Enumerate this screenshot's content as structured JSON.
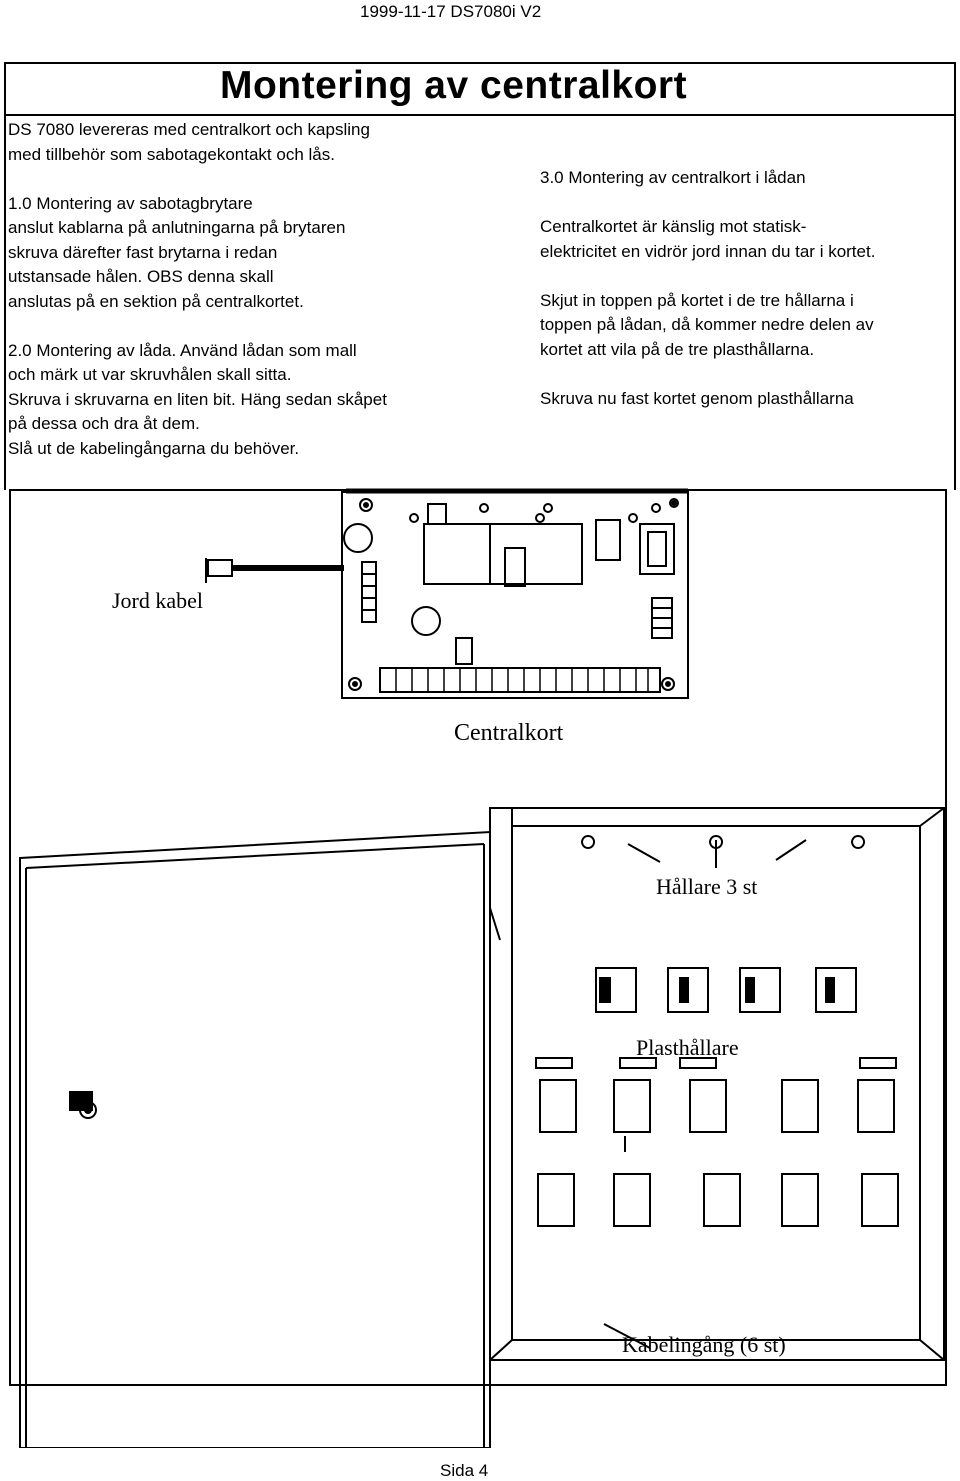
{
  "header": {
    "date_ref": "1999-11-17 DS7080i V2"
  },
  "title": "Montering av centralkort",
  "left_column": {
    "intro": "DS 7080 levereras med centralkort och kapsling\nmed tillbehör som sabotagekontakt och lås.",
    "section1": "1.0 Montering av sabotagbrytare\nanslut kablarna på anlutningarna på brytaren\nskruva därefter fast brytarna i redan\nutstansade hålen. OBS denna skall\nanslutas på en sektion på centralkortet.",
    "section2": "2.0 Montering av låda. Använd lådan som mall\noch märk ut var skruvhålen skall sitta.\nSkruva i skruvarna en liten bit. Häng sedan skåpet\n på dessa och dra åt dem.\nSlå ut de kabelingångarna du behöver."
  },
  "right_column": {
    "heading": "3.0 Montering av centralkort i lådan",
    "para1": "Centralkortet är känslig mot statisk-\nelektricitet en vidrör jord innan du tar i kortet.",
    "para2": "Skjut in toppen på kortet i de tre hållarna i\ntoppen på lådan, då kommer nedre delen av\nkortet att vila på de tre plasthållarna.",
    "para3": "Skruva nu fast kortet genom plasthållarna"
  },
  "figure_labels": {
    "ground_cable": "Jord kabel",
    "board": "Centralkort",
    "holders": "Hållare 3 st",
    "plastic_holders": "Plasthållare",
    "cable_entries": "Kabelingång (6 st)"
  },
  "footer": {
    "page": "Sida 4"
  }
}
